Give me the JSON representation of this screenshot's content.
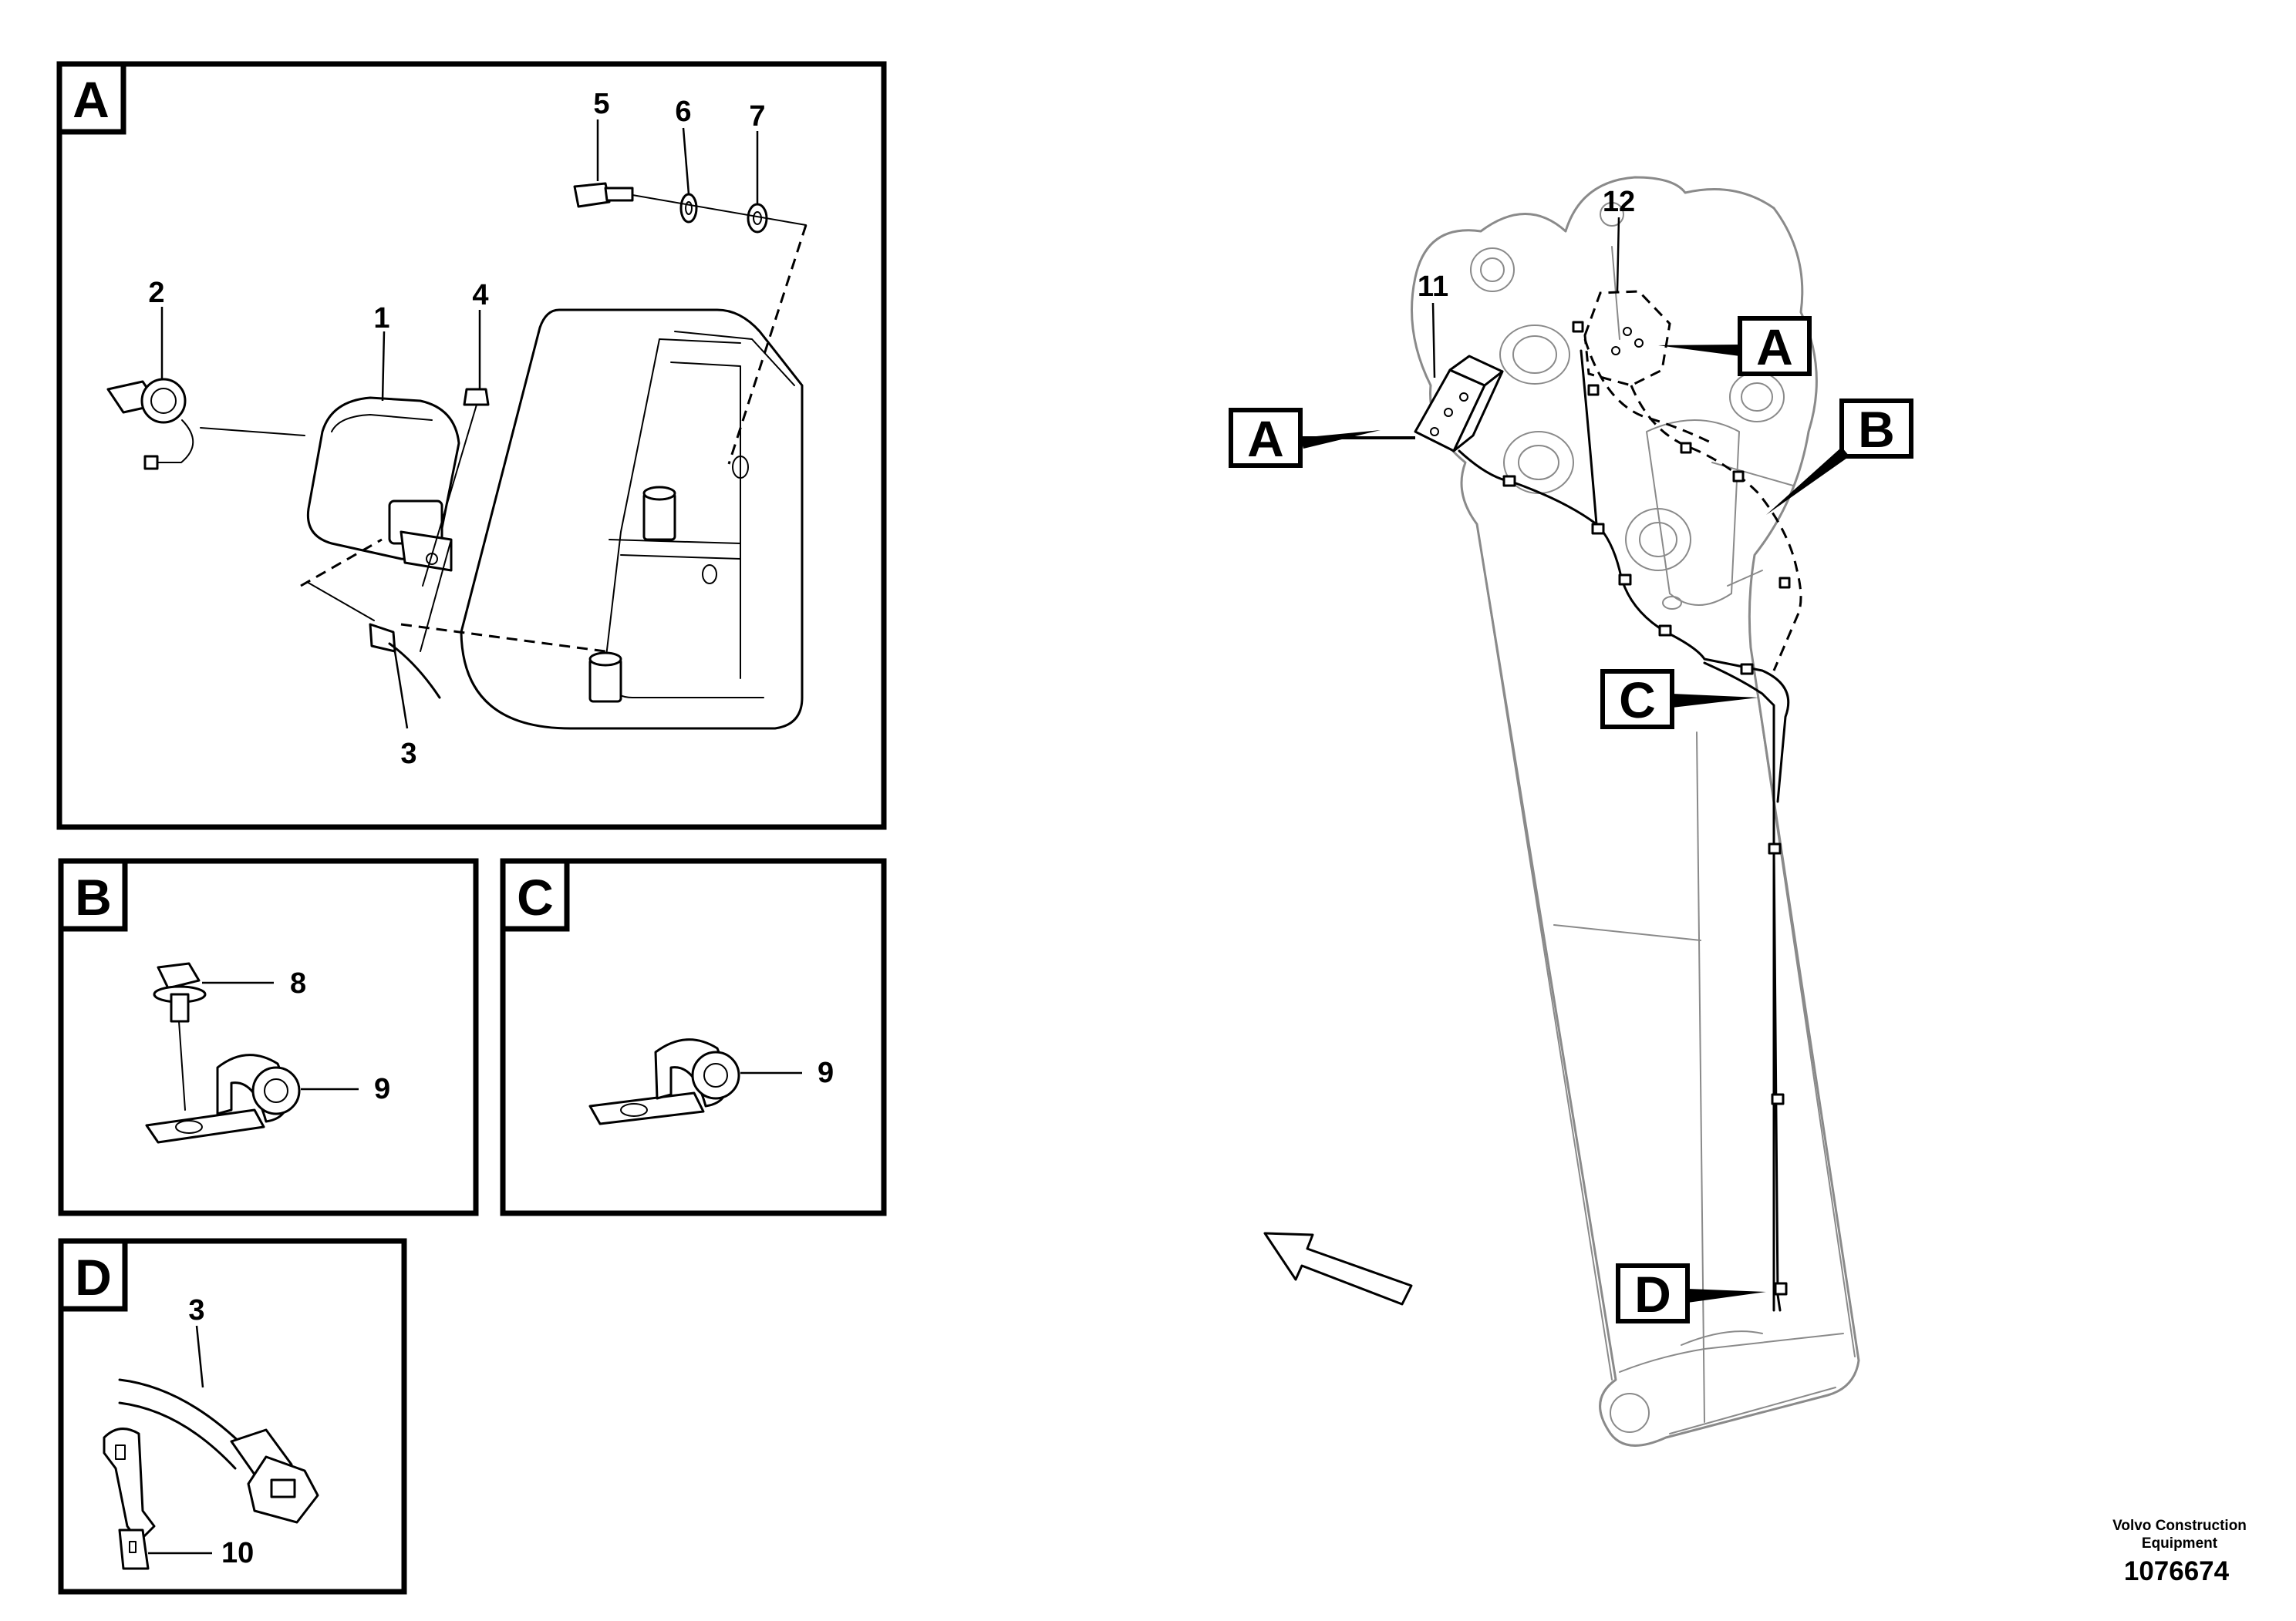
{
  "detail_panels": [
    {
      "letter": "A",
      "callouts": [
        "1",
        "2",
        "3",
        "4",
        "5",
        "6",
        "7"
      ]
    },
    {
      "letter": "B",
      "callouts": [
        "8",
        "9"
      ]
    },
    {
      "letter": "C",
      "callouts": [
        "9"
      ]
    },
    {
      "letter": "D",
      "callouts": [
        "3",
        "10"
      ]
    }
  ],
  "main_view": {
    "part_callouts": [
      "11",
      "12"
    ],
    "view_refs": [
      "A",
      "A",
      "B",
      "C",
      "D"
    ]
  },
  "footer": {
    "credit_line1": "Volvo Construction",
    "credit_line2": "Equipment",
    "doc_number": "1076674"
  }
}
